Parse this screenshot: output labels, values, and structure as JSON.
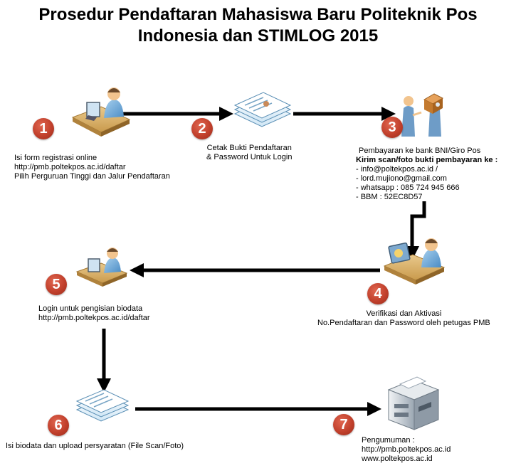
{
  "title": {
    "line1": "Prosedur Pendaftaran Mahasiswa Baru Politeknik Pos",
    "line2": "Indonesia dan STIMLOG 2015"
  },
  "steps": [
    {
      "number": "1",
      "icon": "person-at-computer-icon",
      "lines": [
        "Isi form registrasi online",
        "http://pmb.poltekpos.ac.id/daftar",
        "Pilih Perguruan Tinggi dan Jalur Pendaftaran"
      ]
    },
    {
      "number": "2",
      "icon": "printed-documents-icon",
      "lines": [
        "Cetak Bukti Pendaftaran",
        "& Password Untuk Login"
      ]
    },
    {
      "number": "3",
      "icon": "payment-handover-icon",
      "lines": [
        "Pembayaran ke bank BNI/Giro Pos"
      ],
      "bold": "Kirim scan/foto bukti pembayaran ke :",
      "contacts": [
        "- info@poltekpos.ac.id /",
        "- lord.mujiono@gmail.com",
        "- whatsapp : 085 724 945 666",
        "- BBM : 52EC8D57"
      ]
    },
    {
      "number": "4",
      "icon": "verification-desk-icon",
      "lines": [
        "Verifikasi dan Aktivasi",
        "No.Pendaftaran dan Password oleh petugas PMB"
      ]
    },
    {
      "number": "5",
      "icon": "person-at-computer-icon",
      "lines": [
        "Login untuk pengisian biodata",
        "http://pmb.poltekpos.ac.id/daftar"
      ]
    },
    {
      "number": "6",
      "icon": "document-stack-icon",
      "lines": [
        "Isi biodata dan upload persyaratan (File Scan/Foto)"
      ]
    },
    {
      "number": "7",
      "icon": "announcement-printer-icon",
      "lines": [
        "Pengumuman :",
        "http://pmb.poltekpos.ac.id",
        "www.poltekpos.ac.id"
      ]
    }
  ]
}
